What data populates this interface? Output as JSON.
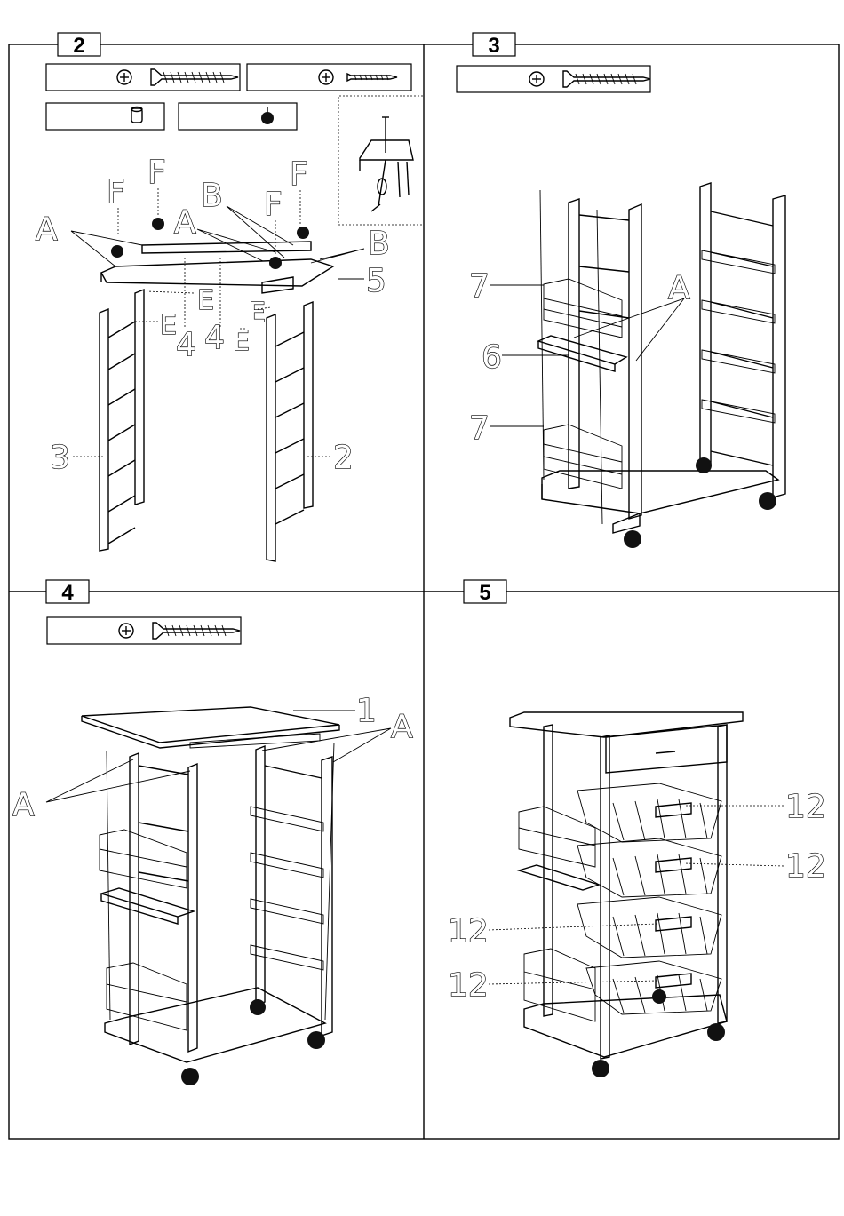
{
  "steps": [
    {
      "number": "2",
      "callouts": [
        "F",
        "F",
        "F",
        "F",
        "A",
        "A",
        "B",
        "B",
        "E",
        "E",
        "E",
        "E",
        "4",
        "4",
        "5",
        "3",
        "2"
      ]
    },
    {
      "number": "3",
      "callouts": [
        "7",
        "A",
        "6",
        "7"
      ]
    },
    {
      "number": "4",
      "callouts": [
        "1",
        "A",
        "A"
      ]
    },
    {
      "number": "5",
      "callouts": [
        "12",
        "12",
        "12",
        "12"
      ]
    }
  ],
  "icons": {
    "hardware": [
      "long-screw-icon",
      "short-screw-icon",
      "dowel-icon",
      "caster-icon"
    ]
  }
}
